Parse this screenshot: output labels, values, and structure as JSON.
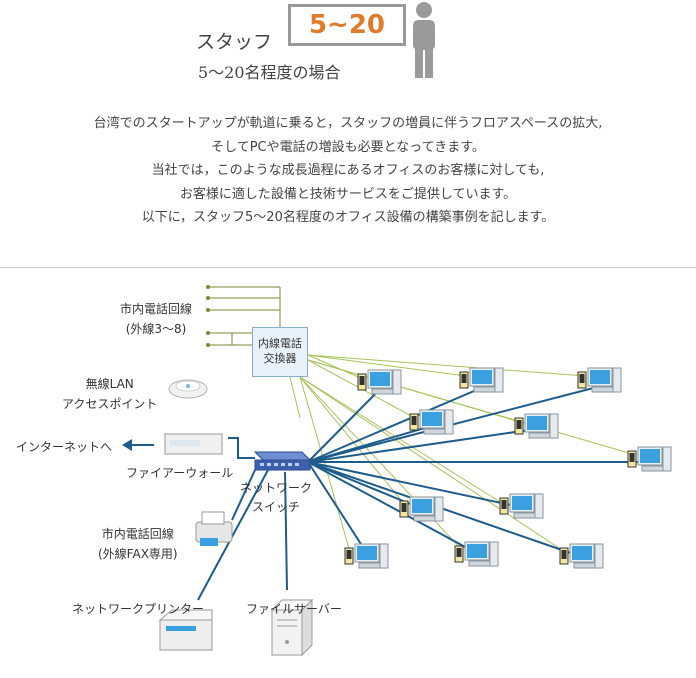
{
  "header": {
    "title": "スタッフ",
    "range": "5~20",
    "subtitle": "5～20名程度の場合"
  },
  "intro": [
    "台湾でのスタートアップが軌道に乗ると，スタッフの増員に伴うフロアスペースの拡大,",
    "そしてPCや電話の増設も必要となってきます。",
    "当社では，このような成長過程にあるオフィスのお客様に対しても,",
    "お客様に適した設備と技術サービスをご提供しています。",
    "以下に，スタッフ5～20名程度のオフィス設備の構築事例を記します。"
  ],
  "diagram": {
    "city_line_label_1": "市内電話回線",
    "city_line_label_2": "(外線3～8)",
    "pbx_label_1": "内線電話",
    "pbx_label_2": "交換器",
    "wap_label_1": "無線LAN",
    "wap_label_2": "アクセスポイント",
    "internet_label": "インターネットへ",
    "firewall_label": "ファイアーウォール",
    "switch_label_1": "ネットワーク",
    "switch_label_2": "スイッチ",
    "fax_label_1": "市内電話回線",
    "fax_label_2": "(外線FAX専用)",
    "printer_label": "ネットワークプリンター",
    "server_label": "ファイルサーバー"
  },
  "colors": {
    "phone_line": "#a7c45a",
    "network_line": "#1d5c8c",
    "accent": "#e07b2a"
  }
}
